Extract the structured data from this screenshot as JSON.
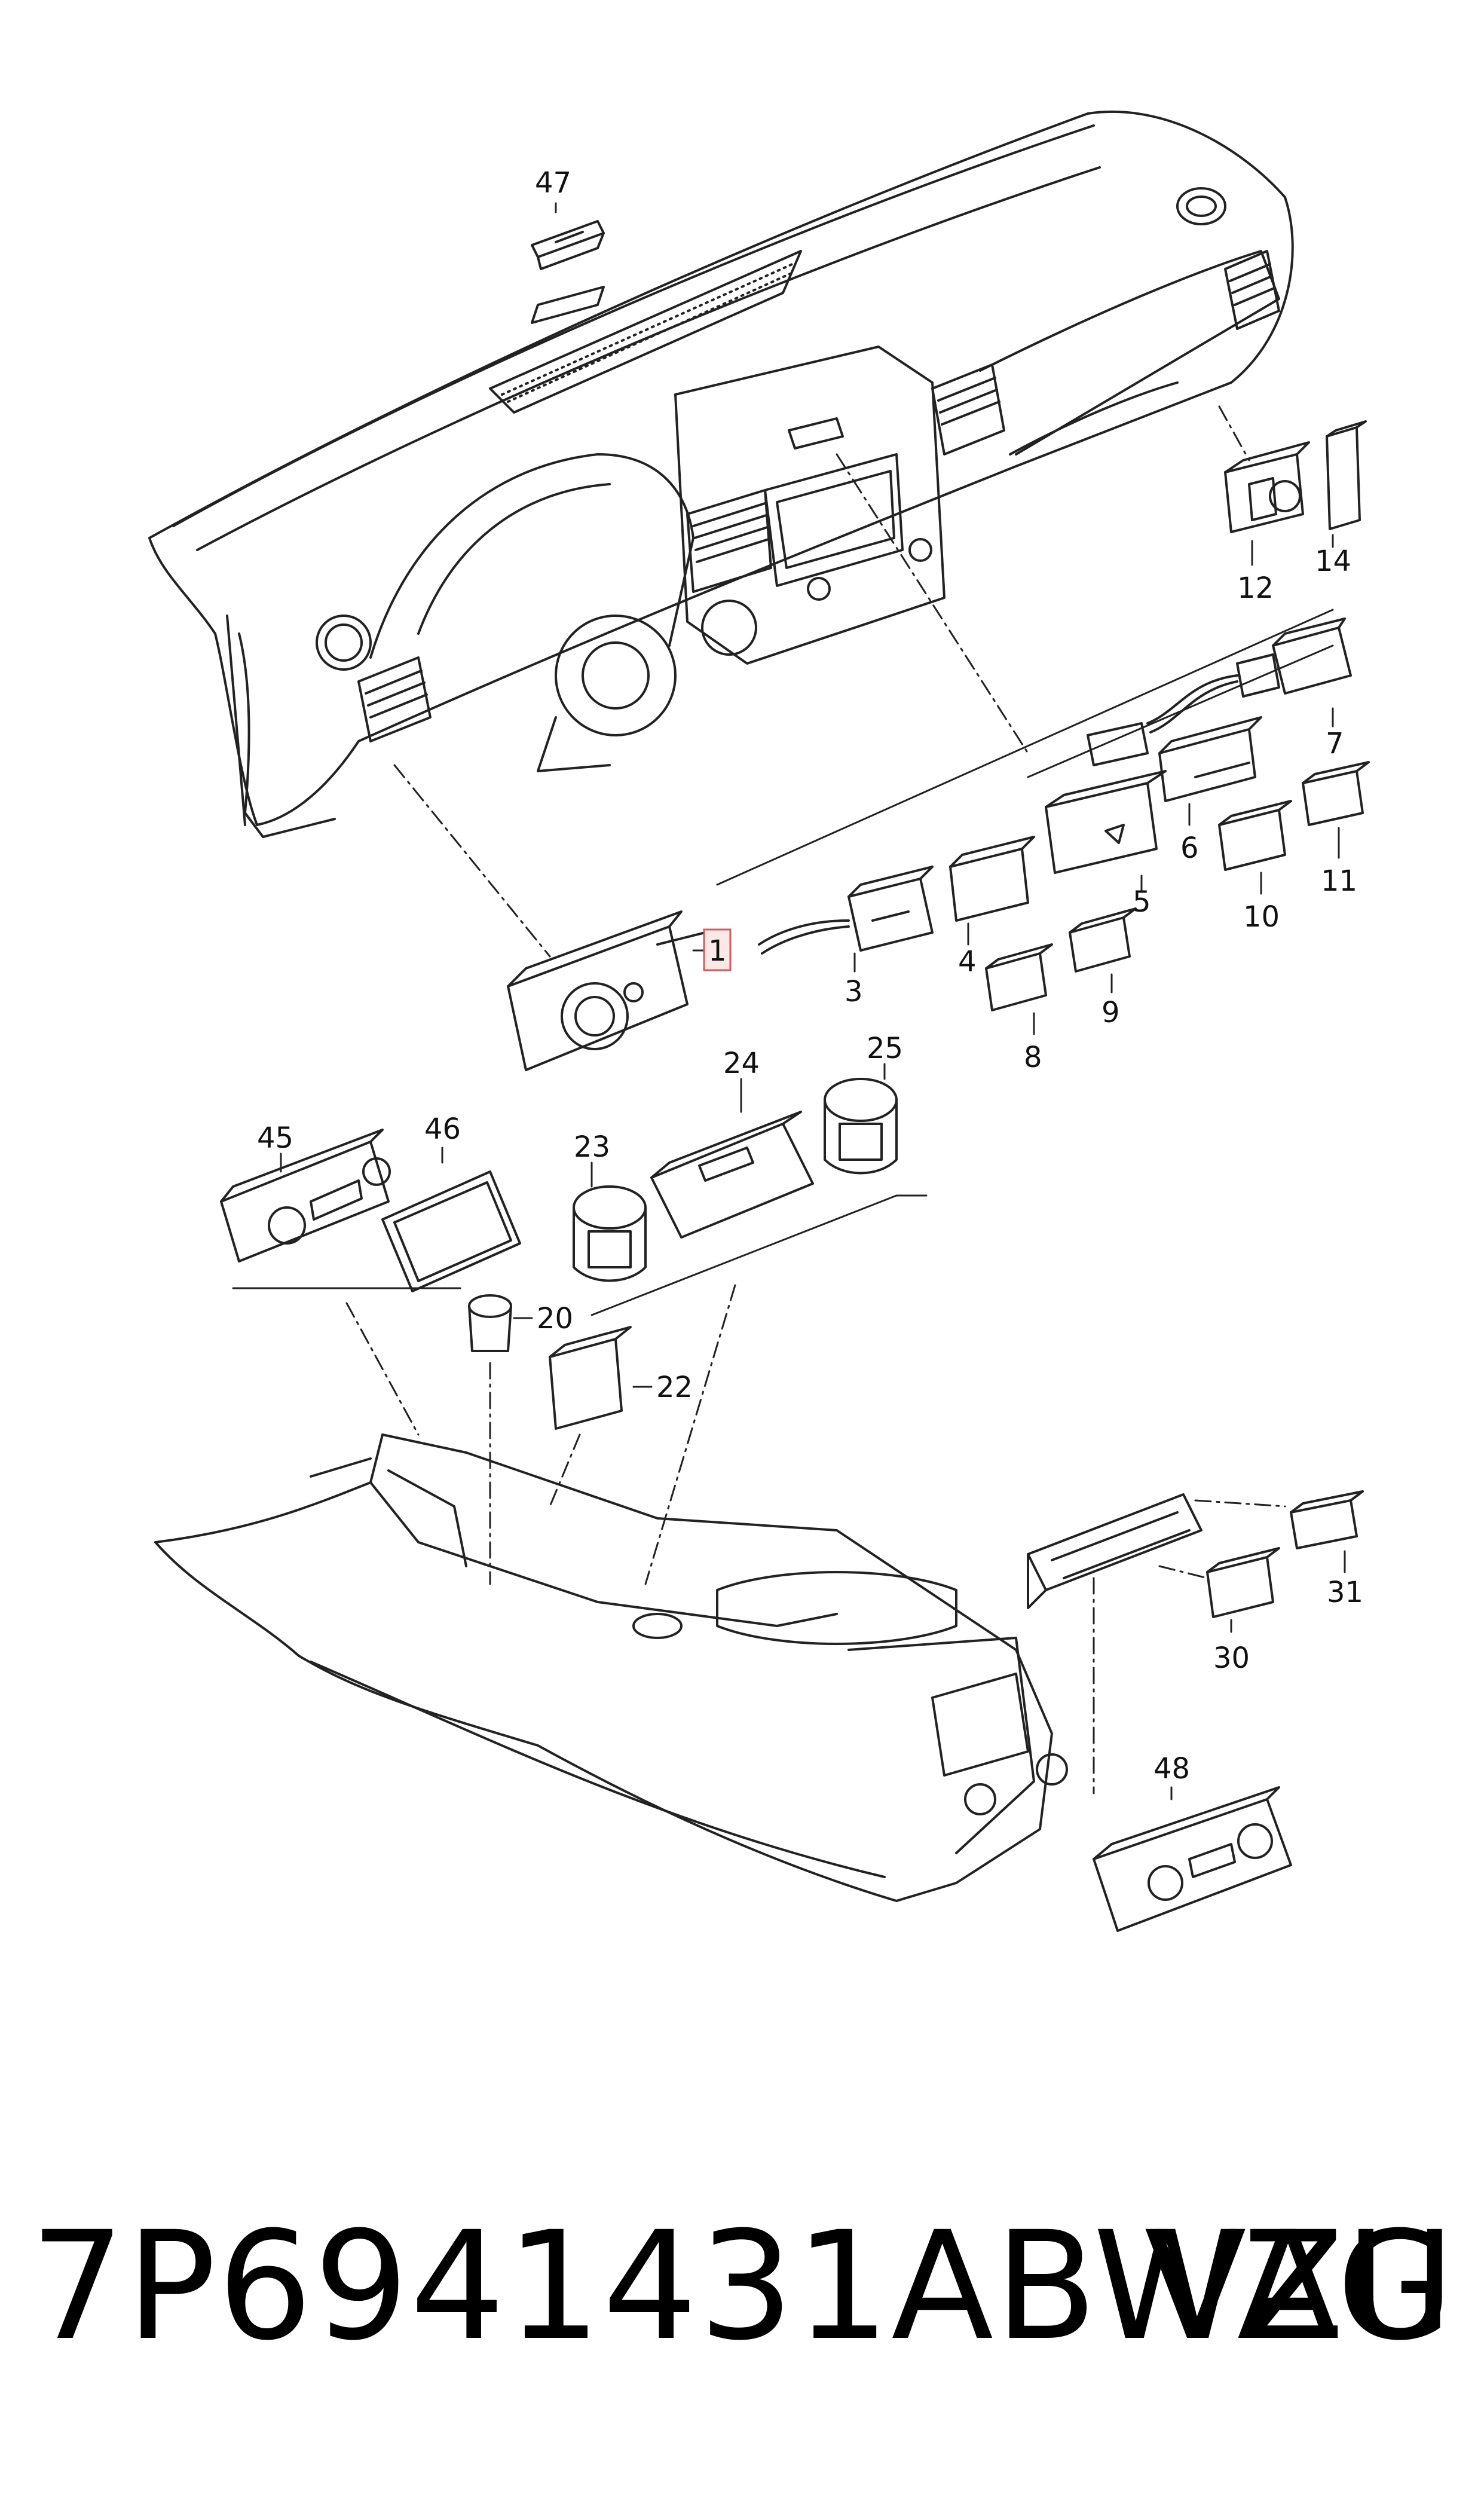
{
  "callouts": {
    "c1": "1",
    "c3": "3",
    "c4": "4",
    "c5": "5",
    "c6": "6",
    "c7": "7",
    "c8": "8",
    "c9": "9",
    "c10": "10",
    "c11": "11",
    "c12": "12",
    "c14": "14",
    "c20": "20",
    "c22": "22",
    "c23": "23",
    "c24": "24",
    "c25": "25",
    "c30": "30",
    "c31": "31",
    "c45": "45",
    "c46": "46",
    "c47": "47",
    "c48": "48"
  },
  "footer": {
    "part_number": "7P6941431ABWZU",
    "brand": "VAG"
  },
  "colors": {
    "line": "#222222",
    "highlight_fill": "#fde8e8",
    "highlight_stroke": "#d65a5a"
  }
}
